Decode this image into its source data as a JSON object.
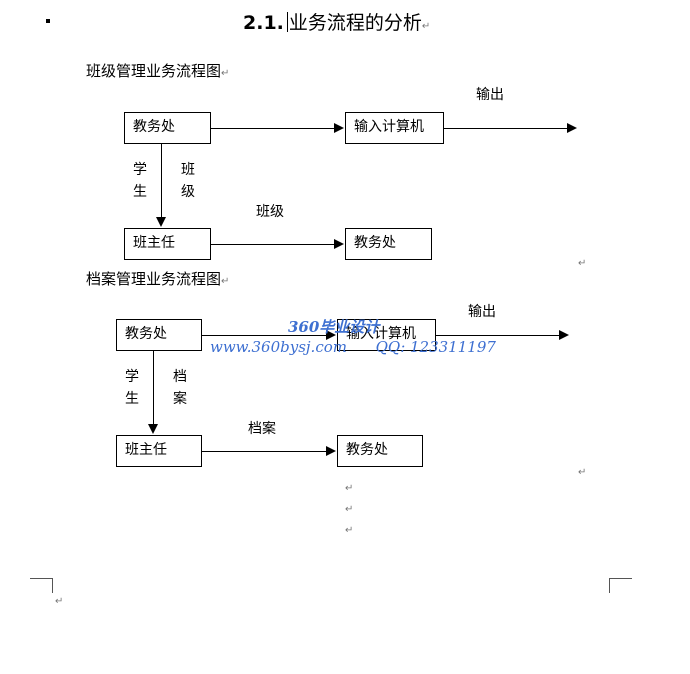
{
  "heading": {
    "number": "2.1.",
    "text": "业务流程的分析"
  },
  "para_mark": "↵",
  "section1": {
    "title": "班级管理业务流程图",
    "box_jiaowu": "教务处",
    "box_input": "输入计算机",
    "box_banzhuren": "班主任",
    "box_jiaowu2": "教务处",
    "label_output": "输出",
    "label_xue": "学",
    "label_sheng": "生",
    "label_ban": "班",
    "label_ji": "级",
    "label_banji": "班级"
  },
  "section2": {
    "title": "档案管理业务流程图",
    "box_jiaowu": "教务处",
    "box_input": "输入计算机",
    "box_banzhuren": "班主任",
    "box_jiaowu2": "教务处",
    "label_output": "输出",
    "label_xue": "学",
    "label_sheng": "生",
    "label_dang": "档",
    "label_an": "案",
    "label_dangan": "档案"
  },
  "watermark": {
    "line1": "360毕业设计",
    "line2": "www.360bysj.com      QQ: 123311197",
    "color": "#3d6fd1"
  }
}
